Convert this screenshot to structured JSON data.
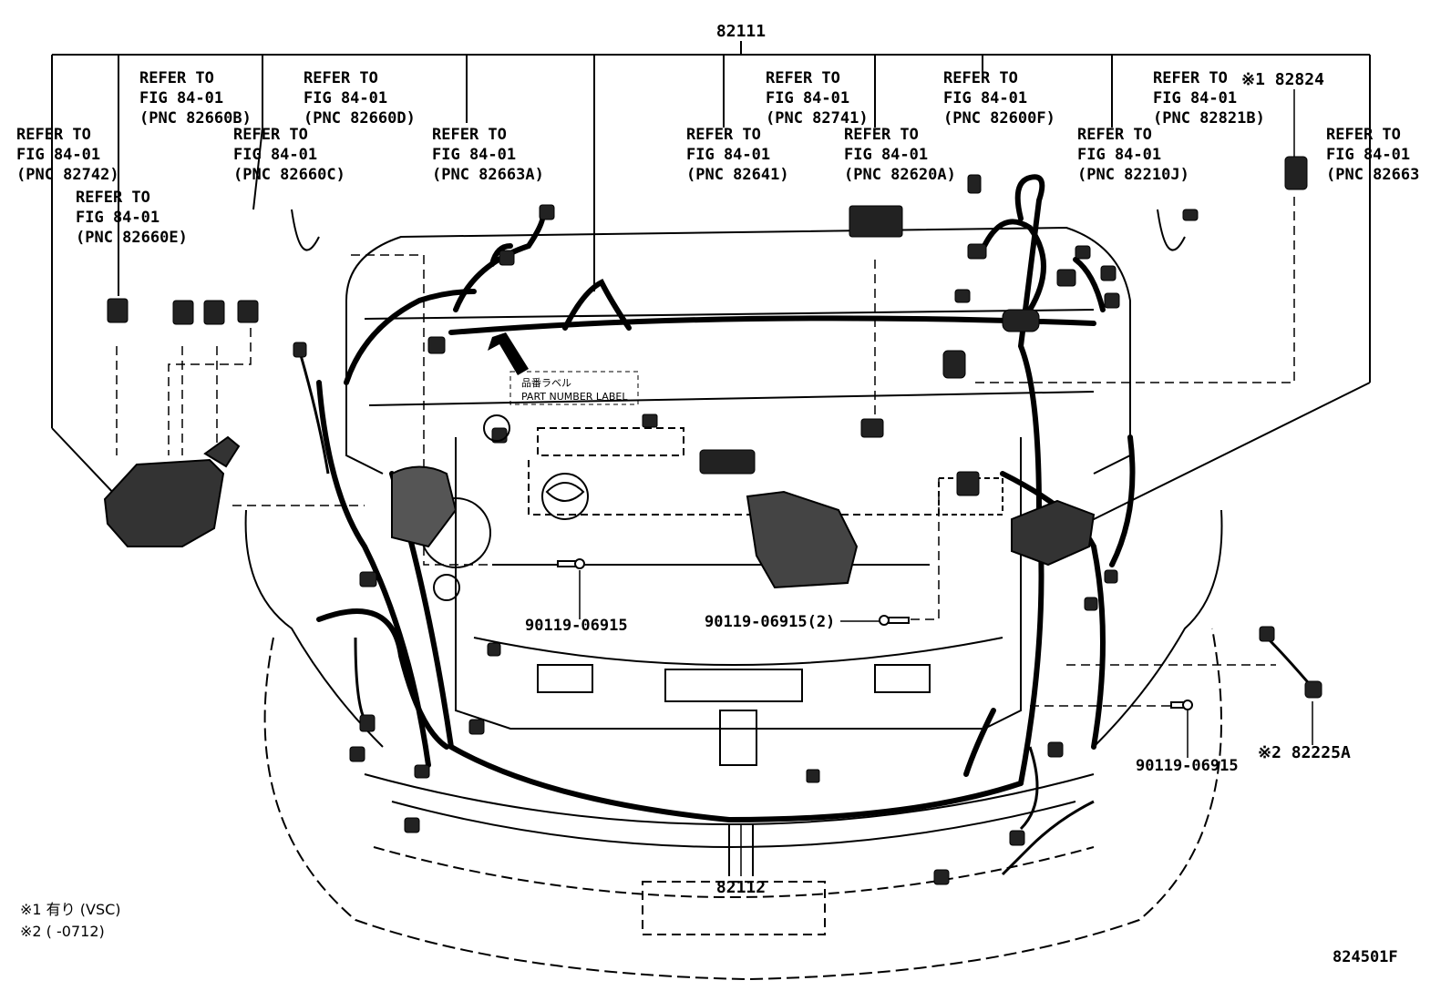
{
  "diagram": {
    "main_harness_pn": "82111",
    "front_harness_pn": "82112",
    "refer_labels": [
      {
        "id": "r1",
        "line1": "REFER TO",
        "line2": "FIG 84-01",
        "line3": "(PNC 82742)"
      },
      {
        "id": "r2",
        "line1": "REFER TO",
        "line2": "FIG 84-01",
        "line3": "(PNC 82660E)"
      },
      {
        "id": "r3",
        "line1": "REFER TO",
        "line2": "FIG 84-01",
        "line3": "(PNC 82660B)"
      },
      {
        "id": "r4",
        "line1": "REFER TO",
        "line2": "FIG 84-01",
        "line3": "(PNC 82660C)"
      },
      {
        "id": "r5",
        "line1": "REFER TO",
        "line2": "FIG 84-01",
        "line3": "(PNC 82660D)"
      },
      {
        "id": "r6",
        "line1": "REFER TO",
        "line2": "FIG 84-01",
        "line3": "(PNC 82663A)"
      },
      {
        "id": "r7",
        "line1": "REFER TO",
        "line2": "FIG 84-01",
        "line3": "(PNC 82641)"
      },
      {
        "id": "r8",
        "line1": "REFER TO",
        "line2": "FIG 84-01",
        "line3": "(PNC 82741)"
      },
      {
        "id": "r9",
        "line1": "REFER TO",
        "line2": "FIG 84-01",
        "line3": "(PNC 82620A)"
      },
      {
        "id": "r10",
        "line1": "REFER TO",
        "line2": "FIG 84-01",
        "line3": "(PNC 82600F)"
      },
      {
        "id": "r11",
        "line1": "REFER TO",
        "line2": "FIG 84-01",
        "line3": "(PNC 82210J)"
      },
      {
        "id": "r12",
        "line1": "REFER TO",
        "line2": "FIG 84-01",
        "line3": "(PNC 82821B)"
      },
      {
        "id": "r13",
        "line1": "REFER TO",
        "line2": "FIG 84-01",
        "line3": "(PNC 82663"
      }
    ],
    "marked_part_1": "※1 82824",
    "marked_part_2": "※2 82225A",
    "bolt_1": "90119-06915",
    "bolt_2": "90119-06915(2)",
    "bolt_3": "90119-06915",
    "label_jp": "品番ラベル",
    "label_en": "PART NUMBER LABEL",
    "note_1": "※1 有り (VSC)",
    "note_2": "※2 (     -0712)",
    "figure_id": "824501F"
  }
}
